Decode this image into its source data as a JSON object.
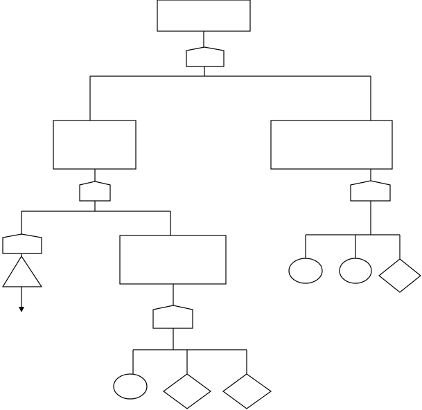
{
  "diagram": {
    "type": "fault-tree",
    "colors": {
      "stroke": "#000000",
      "fill": "#ffffff",
      "background": "#ffffff"
    },
    "nodes": [
      {
        "id": "top-event",
        "kind": "event-box",
        "label": ""
      },
      {
        "id": "gate-top",
        "kind": "or-gate",
        "label": ""
      },
      {
        "id": "left-event",
        "kind": "event-box",
        "label": ""
      },
      {
        "id": "right-event",
        "kind": "event-box",
        "label": ""
      },
      {
        "id": "gate-left",
        "kind": "or-gate",
        "label": ""
      },
      {
        "id": "gate-right",
        "kind": "or-gate",
        "label": ""
      },
      {
        "id": "transfer-gate",
        "kind": "or-gate",
        "label": ""
      },
      {
        "id": "transfer-triangle",
        "kind": "transfer-symbol",
        "label": ""
      },
      {
        "id": "mid-event",
        "kind": "event-box",
        "label": ""
      },
      {
        "id": "gate-mid",
        "kind": "or-gate",
        "label": ""
      },
      {
        "id": "basic-event-1",
        "kind": "basic-event-circle",
        "label": ""
      },
      {
        "id": "basic-event-2",
        "kind": "basic-event-circle",
        "label": ""
      },
      {
        "id": "undeveloped-event-1",
        "kind": "undeveloped-diamond",
        "label": ""
      },
      {
        "id": "basic-event-3",
        "kind": "basic-event-circle",
        "label": ""
      },
      {
        "id": "undeveloped-event-2",
        "kind": "undeveloped-diamond",
        "label": ""
      },
      {
        "id": "undeveloped-event-3",
        "kind": "undeveloped-diamond",
        "label": ""
      }
    ],
    "edges": [
      {
        "from": "top-event",
        "to": "gate-top"
      },
      {
        "from": "gate-top",
        "to": "left-event"
      },
      {
        "from": "gate-top",
        "to": "right-event"
      },
      {
        "from": "left-event",
        "to": "gate-left"
      },
      {
        "from": "right-event",
        "to": "gate-right"
      },
      {
        "from": "gate-left",
        "to": "transfer-gate"
      },
      {
        "from": "gate-left",
        "to": "mid-event"
      },
      {
        "from": "transfer-gate",
        "to": "transfer-triangle"
      },
      {
        "from": "mid-event",
        "to": "gate-mid"
      },
      {
        "from": "gate-right",
        "to": "basic-event-1"
      },
      {
        "from": "gate-right",
        "to": "basic-event-2"
      },
      {
        "from": "gate-right",
        "to": "undeveloped-event-1"
      },
      {
        "from": "gate-mid",
        "to": "basic-event-3"
      },
      {
        "from": "gate-mid",
        "to": "undeveloped-event-2"
      },
      {
        "from": "gate-mid",
        "to": "undeveloped-event-3"
      }
    ]
  }
}
